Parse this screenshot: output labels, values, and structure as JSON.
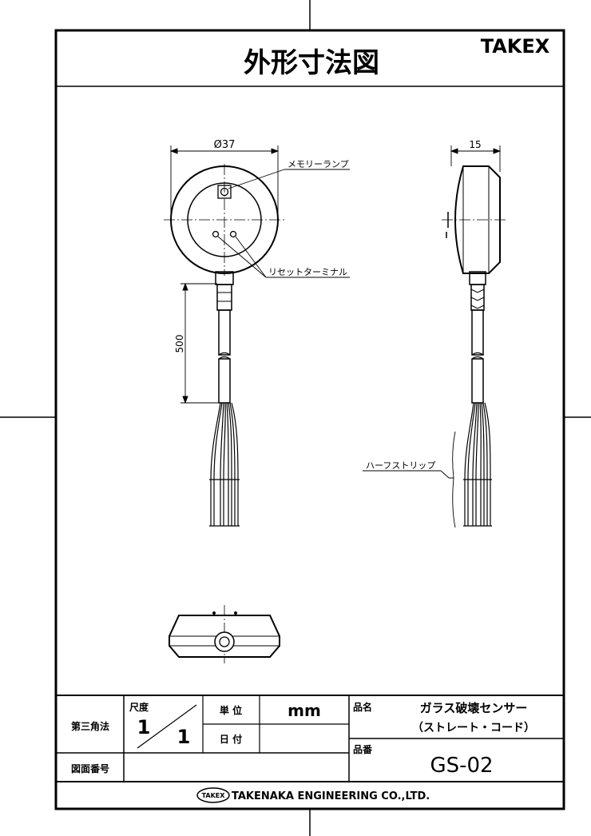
{
  "brand": "TAKEX",
  "title": "外形寸法図",
  "dimensions": {
    "front_diameter": "Ø37",
    "side_width": "15",
    "cable_length": "500"
  },
  "callouts": {
    "memory_lamp": "メモリーランプ",
    "reset_terminal": "リセットターミナル",
    "half_strip": "ハーフストリップ"
  },
  "title_block": {
    "projection": "第三角法",
    "scale_label": "尺度",
    "scale_numerator": "1",
    "scale_denominator": "1",
    "unit_label": "単 位",
    "unit_value": "mm",
    "date_label": "日 付",
    "product_name_label": "品名",
    "product_name_line1": "ガラス破壊センサー",
    "product_name_line2": "（ストレート・コード）",
    "drawing_number_label": "図面番号",
    "part_number_label": "品番",
    "part_number": "GS-02",
    "company_logo": "TAKEX",
    "company_name": "TAKENAKA ENGINEERING CO.,LTD."
  }
}
